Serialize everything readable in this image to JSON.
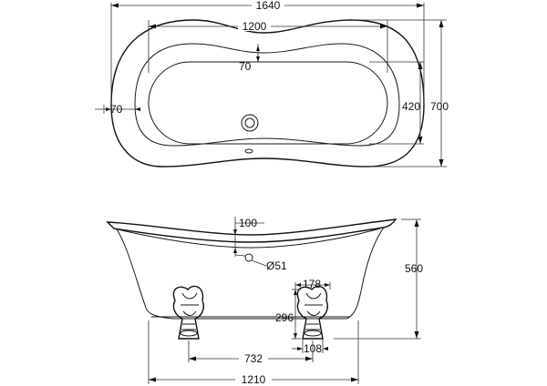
{
  "top_view": {
    "dims": {
      "overall_length": "1640",
      "inner_length": "1200",
      "rim_width_top": "70",
      "rim_width_side": "70",
      "inner_width": "420",
      "overall_width": "700"
    }
  },
  "side_view": {
    "dims": {
      "rim_thickness": "100",
      "waste_diameter": "Ø51",
      "height": "560",
      "foot_width": "178",
      "foot_height": "296",
      "foot_base": "108",
      "feet_spacing": "732",
      "feet_outer_span": "1210"
    }
  }
}
